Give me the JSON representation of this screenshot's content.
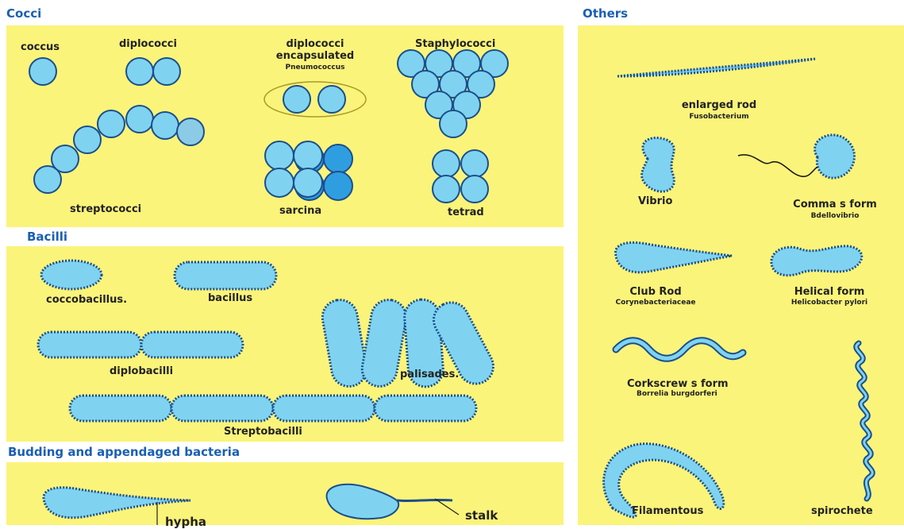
{
  "sections": {
    "cocci": "Cocci",
    "bacilli": "Bacilli",
    "budding": "Budding and appendaged bacteria",
    "others": "Others"
  },
  "cocci": {
    "coccus": "coccus",
    "diplococci": "diplococci",
    "diplococci_encapsulated_1": "diplococci",
    "diplococci_encapsulated_2": "encapsulated",
    "pneumococcus": "Pneumococcus",
    "staphylococci": "Staphylococci",
    "streptococci": "streptococci",
    "sarcina": "sarcina",
    "tetrad": "tetrad"
  },
  "bacilli": {
    "coccobacillus": "coccobacillus.",
    "bacillus": "bacillus",
    "diplobacilli": "diplobacilli",
    "palisades": "palisades.",
    "streptobacilli": "Streptobacilli"
  },
  "budding": {
    "hypha": "hypha",
    "stalk": "stalk"
  },
  "others": {
    "enlarged_rod": "enlarged rod",
    "fusobacterium": "Fusobacterium",
    "vibrio": "Vibrio",
    "comma_form": "Comma  s form",
    "bdellovibrio": "Bdellovibrio",
    "club_rod": "Club Rod",
    "corynebacteriaceae": "Corynebacteriaceae",
    "helical_form": "Helical form",
    "helicobacter": "Helicobacter pylori",
    "corkscrew_form": "Corkscrew  s form",
    "borrelia": "Borrelia burgdorferi",
    "filamentous": "Filamentous",
    "spirochete": "spirochete"
  },
  "colors": {
    "panel": "#fbf47a",
    "cell_fill": "#7fd3f0",
    "cell_stroke": "#1b4e8c",
    "title": "#1a5fb4",
    "sarcina_dark": "#2f9ee0"
  }
}
